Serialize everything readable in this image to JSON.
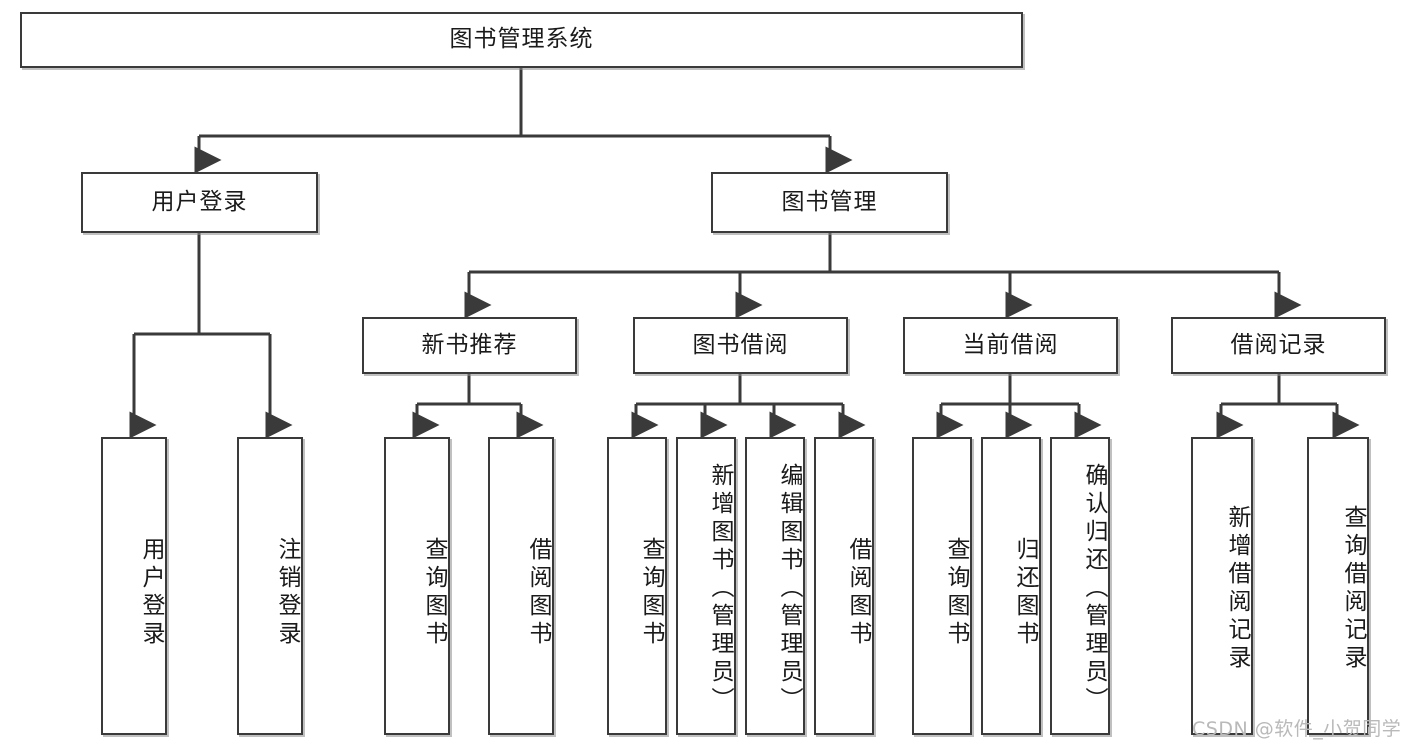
{
  "diagram": {
    "title": "图书管理系统",
    "type": "tree-hierarchy-diagram",
    "colors": {
      "box_border": "#3a3a3a",
      "box_fill": "#ffffff",
      "connector": "#3a3a3a",
      "background": "#ffffff",
      "watermark": "#b9b9b9"
    },
    "root": {
      "label": "图书管理系统"
    },
    "level2": [
      {
        "label": "用户登录"
      },
      {
        "label": "图书管理"
      }
    ],
    "level3": [
      {
        "label": "新书推荐"
      },
      {
        "label": "图书借阅"
      },
      {
        "label": "当前借阅"
      },
      {
        "label": "借阅记录"
      }
    ],
    "leaves": {
      "user_login": [
        {
          "label": "用户登录"
        },
        {
          "label": "注销登录"
        }
      ],
      "new_book_recommend": [
        {
          "label": "查询图书"
        },
        {
          "label": "借阅图书"
        }
      ],
      "book_borrow": [
        {
          "label": "查询图书"
        },
        {
          "label": "新增图书（管理员）"
        },
        {
          "label": "编辑图书（管理员）"
        },
        {
          "label": "借阅图书"
        }
      ],
      "current_borrow": [
        {
          "label": "查询图书"
        },
        {
          "label": "归还图书"
        },
        {
          "label": "确认归还（管理员）"
        }
      ],
      "borrow_record": [
        {
          "label": "新增借阅记录"
        },
        {
          "label": "查询借阅记录"
        }
      ]
    }
  },
  "watermark": {
    "text": "CSDN @软件_小贺同学"
  }
}
